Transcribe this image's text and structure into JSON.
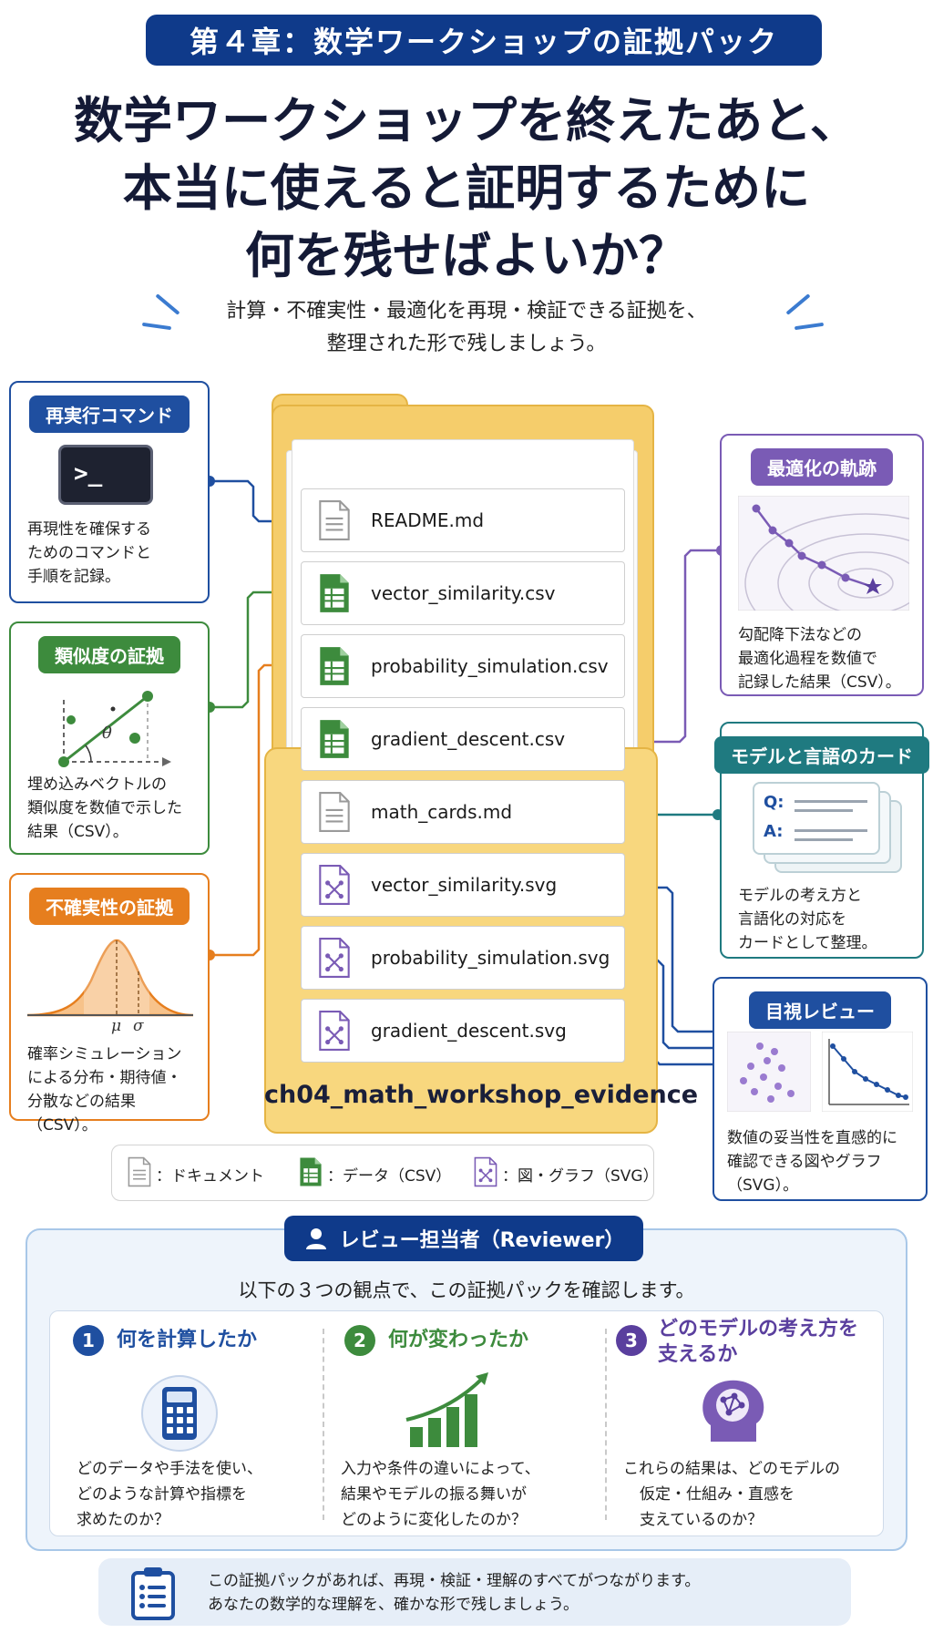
{
  "header": {
    "chapter": "第４章：数学ワークショップの証拠パック",
    "title_lines": [
      "数学ワークショップを終えたあと、",
      "本当に使えると証明するために",
      "何を残せばよいか？"
    ],
    "subtitle_lines": [
      "計算・不確実性・最適化を再現・検証できる証拠を、",
      "整理された形で残しましょう。"
    ]
  },
  "left_cards": [
    {
      "title": "再実行コマンド",
      "text_lines": [
        "再現性を確保する",
        "ためのコマンドと",
        "手順を記録。"
      ],
      "prompt": ">_",
      "color": "#1f4fa0"
    },
    {
      "title": "類似度の証拠",
      "text_lines": [
        "埋め込みベクトルの",
        "類似度を数値で示した",
        "結果（CSV）。"
      ],
      "theta": "θ",
      "color": "#3d8b3d"
    },
    {
      "title": "不確実性の証拠",
      "text_lines": [
        "確率シミュレーション",
        "による分布・期待値・",
        "分散などの結果（CSV）。"
      ],
      "mu": "μ",
      "sigma": "σ",
      "color": "#e67e1e"
    }
  ],
  "right_cards": [
    {
      "title": "最適化の軌跡",
      "text_lines": [
        "勾配降下法などの",
        "最適化過程を数値で",
        "記録した結果（CSV）。"
      ],
      "color": "#7a5bb5"
    },
    {
      "title": "モデルと言語のカード",
      "text_lines": [
        "モデルの考え方と",
        "言語化の対応を",
        "カードとして整理。"
      ],
      "q": "Q:",
      "a": "A:",
      "color": "#1f7a80"
    },
    {
      "title": "目視レビュー",
      "text_lines": [
        "数値の妥当性を直感的に",
        "確認できる図やグラフ",
        "（SVG）。"
      ],
      "color": "#1f4fa0"
    }
  ],
  "folder": {
    "label": "ch04_math_workshop_evidence",
    "files": [
      {
        "name": "README.md",
        "type": "doc"
      },
      {
        "name": "vector_similarity.csv",
        "type": "csv"
      },
      {
        "name": "probability_simulation.csv",
        "type": "csv"
      },
      {
        "name": "gradient_descent.csv",
        "type": "csv"
      },
      {
        "name": "math_cards.md",
        "type": "doc"
      },
      {
        "name": "vector_similarity.svg",
        "type": "svg"
      },
      {
        "name": "probability_simulation.svg",
        "type": "svg"
      },
      {
        "name": "gradient_descent.svg",
        "type": "svg"
      }
    ]
  },
  "legend": {
    "doc": "：ドキュメント",
    "csv": "：データ（CSV）",
    "svg": "：図・グラフ（SVG）"
  },
  "reviewer": {
    "title": "レビュー担当者（Reviewer）",
    "intro": "以下の３つの観点で、この証拠パックを確認します。",
    "columns": [
      {
        "num": "1",
        "title_lines": [
          "何を計算したか"
        ],
        "text_lines": [
          "どのデータや手法を使い、",
          "どのような計算や指標を",
          "求めたのか？"
        ],
        "color": "#1f4fa0"
      },
      {
        "num": "2",
        "title_lines": [
          "何が変わったか"
        ],
        "text_lines": [
          "入力や条件の違いによって、",
          "結果やモデルの振る舞いが",
          "どのように変化したのか？"
        ],
        "color": "#3d8b3d"
      },
      {
        "num": "3",
        "title_lines": [
          "どのモデルの考え方を",
          "支えるか"
        ],
        "text_lines": [
          "これらの結果は、どのモデルの",
          "仮定・仕組み・直感を",
          "支えているのか？"
        ],
        "color": "#5a3f9e"
      }
    ]
  },
  "footer": {
    "lines": [
      "この証拠パックがあれば、再現・検証・理解のすべてがつながります。",
      "あなたの数学的な理解を、確かな形で残しましょう。"
    ]
  },
  "colors": {
    "navy": "#0f3a8a",
    "blue": "#1f4fa0",
    "green": "#3d8b3d",
    "orange": "#e67e1e",
    "purple": "#7a5bb5",
    "teal": "#1f7a80",
    "folder": "#f5cd6b"
  }
}
